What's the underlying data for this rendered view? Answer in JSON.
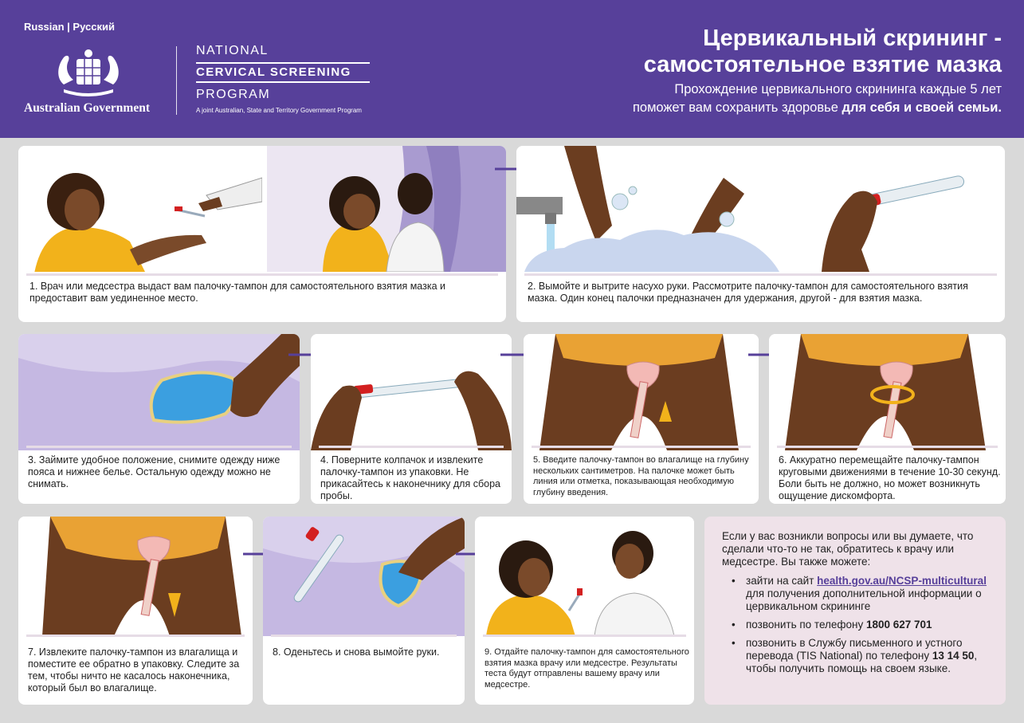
{
  "header": {
    "language": "Russian | Русский",
    "government": "Australian Government",
    "program_line1": "NATIONAL",
    "program_line2": "CERVICAL SCREENING",
    "program_line3": "PROGRAM",
    "program_tagline": "A joint Australian, State and Territory Government Program",
    "title_line1": "Цервикальный скрининг -",
    "title_line2": "самостоятельное взятие мазка",
    "subtitle_line1": "Прохождение цервикального скрининга каждые 5 лет",
    "subtitle_line2_plain": "поможет вам сохранить здоровье ",
    "subtitle_line2_bold": "для себя и своей семьи."
  },
  "steps": [
    {
      "id": 1,
      "text": "1. Врач или медсестра выдаст вам палочку-тампон для самостоятельного взятия мазка и предоставит вам уединенное место."
    },
    {
      "id": 2,
      "text": "2. Вымойте и вытрите насухо руки. Рассмотрите палочку-тампон для самостоятельного взятия мазка. Один конец палочки предназначен для удержания, другой - для взятия мазка."
    },
    {
      "id": 3,
      "text": "3. Займите удобное положение, снимите одежду ниже пояса и нижнее белье. Остальную одежду можно не снимать."
    },
    {
      "id": 4,
      "text": "4. Поверните колпачок и извлеките палочку-тампон из упаковки. Не прикасайтесь к наконечнику для сбора пробы."
    },
    {
      "id": 5,
      "text": "5. Введите палочку-тампон во влагалище на глубину нескольких сантиметров. На палочке может быть линия или отметка, показывающая необходимую глубину введения."
    },
    {
      "id": 6,
      "text": "6. Аккуратно перемещайте палочку-тампон круговыми движениями в течение 10-30 секунд. Боли быть не должно, но может возникнуть ощущение дискомфорта."
    },
    {
      "id": 7,
      "text": "7. Извлеките палочку-тампон из влагалища и поместите ее обратно в упаковку. Следите за тем, чтобы ничто не касалось наконечника, который был во влагалище."
    },
    {
      "id": 8,
      "text": "8. Оденьтесь и снова вымойте руки."
    },
    {
      "id": 9,
      "text": "9. Отдайте палочку-тампон для самостоятельного взятия мазка врачу или медсестре. Результаты теста будут отправлены вашему врачу или медсестре."
    }
  ],
  "info": {
    "intro": "Если у вас возникли вопросы или вы думаете, что сделали что-то не так, обратитесь к врачу или медсестре. Вы также можете:",
    "item1_pre": "зайти на сайт ",
    "item1_link": "health.gov.au/NCSP-multicultural",
    "item1_post": " для получения дополнительной информации о цервикальном скрининге",
    "item2_pre": "позвонить по телефону ",
    "item2_bold": "1800 627 701",
    "item3_pre": "позвонить в Службу письменного и устного перевода (TIS National) по телефону ",
    "item3_bold": "13 14 50",
    "item3_post": ", чтобы получить помощь на своем языке."
  },
  "colors": {
    "brand_purple": "#57409a",
    "info_bg": "#efe2e9",
    "skin": "#7a4a2a",
    "shirt": "#f2b21b"
  }
}
